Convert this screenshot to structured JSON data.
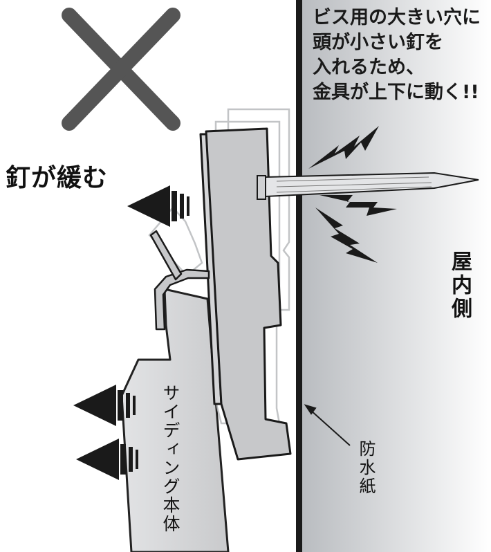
{
  "diagram": {
    "note_lines": [
      "ビス用の大きい穴に",
      "頭が小さい釘を",
      "入れるため、",
      "金具が上下に動く!!"
    ],
    "nail_loosens_label": "釘が緩む",
    "indoor_label": "屋内側",
    "siding_label": "サイディング本体",
    "waterproof_paper_label": "防水紙",
    "icons": [
      "cross-mark-icon",
      "lightning-icon",
      "arrow-left-icon"
    ],
    "colors": {
      "wall_gradient_start": "#b9bcc0",
      "wall_gradient_end": "#ffffff",
      "siding_fill": "#d9dadc",
      "bracket_fill": "#c7c8ca",
      "waterproof_line": "#1a1a1a",
      "cross_mark": "#555555",
      "arrow_fill": "#1a1a1a"
    }
  }
}
